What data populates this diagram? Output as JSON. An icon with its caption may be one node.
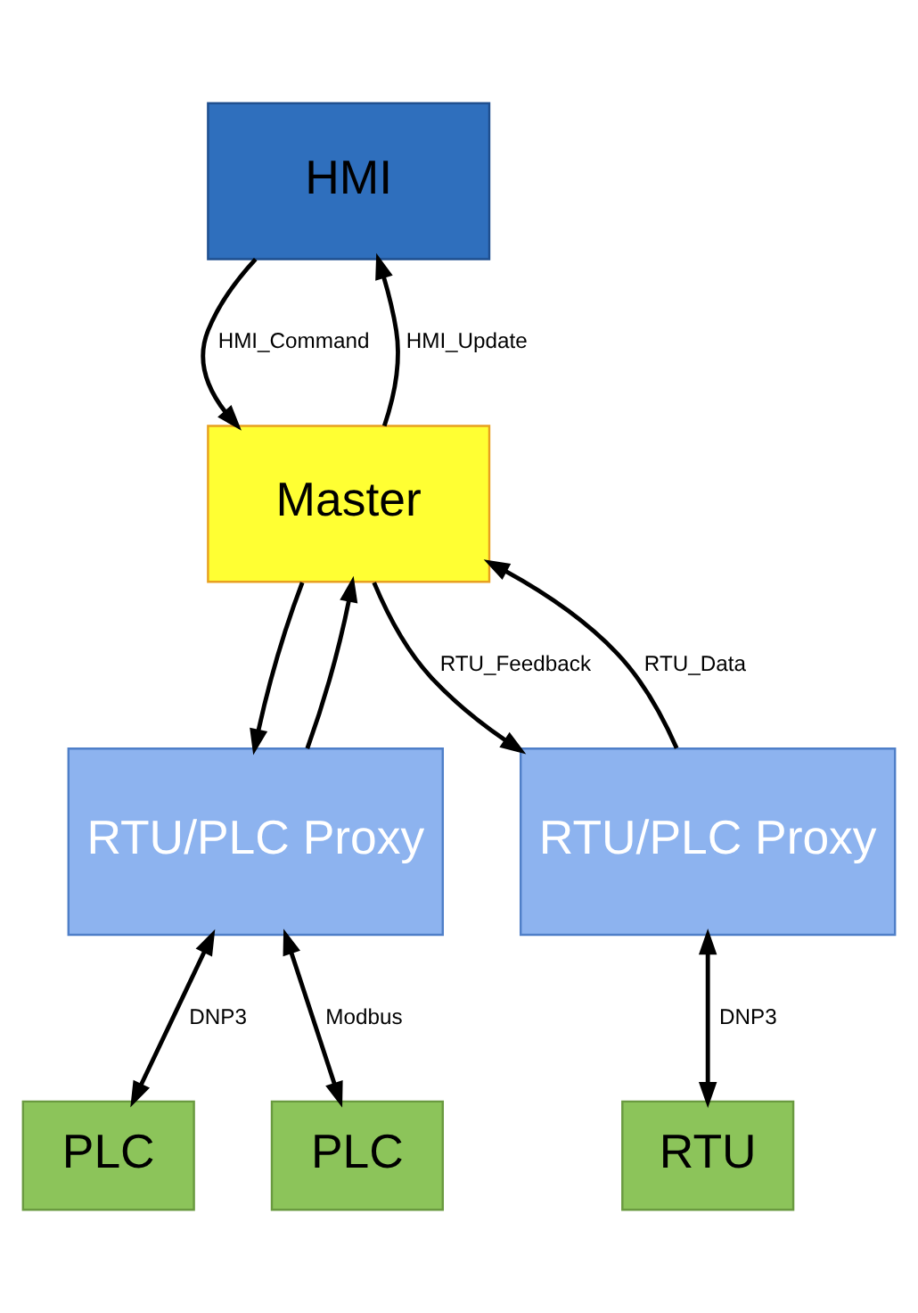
{
  "diagram": {
    "nodes": [
      {
        "text": [
          "HMI"
        ]
      },
      {
        "text": [
          "Master"
        ]
      },
      {
        "text": [
          "RTU/PLC Proxy"
        ]
      },
      {
        "text": [
          "RTU/PLC Proxy"
        ]
      },
      {
        "text": [
          "PLC"
        ]
      },
      {
        "text": [
          "PLC"
        ]
      },
      {
        "text": [
          "RTU"
        ]
      }
    ],
    "edges": [
      {
        "from": 0,
        "to": 1,
        "arrow": "to",
        "label": "HMI_Command"
      },
      {
        "from": 1,
        "to": 0,
        "arrow": "to",
        "label": "HMI_Update"
      },
      {
        "from": 2,
        "to": 1,
        "arrow": "to"
      },
      {
        "from": 1,
        "to": 2,
        "arrow": "to"
      },
      {
        "from": 1,
        "to": 3,
        "arrow": "to",
        "label": "RTU_Feedback"
      },
      {
        "from": 3,
        "to": 1,
        "arrow": "to",
        "label": "RTU_Data"
      },
      {
        "from": 2,
        "to": 4,
        "arrow": "both",
        "label": "DNP3"
      },
      {
        "from": 2,
        "to": 5,
        "arrow": "both",
        "label": "Modbus"
      },
      {
        "from": 3,
        "to": 6,
        "arrow": "both",
        "label": "DNP3"
      }
    ]
  }
}
